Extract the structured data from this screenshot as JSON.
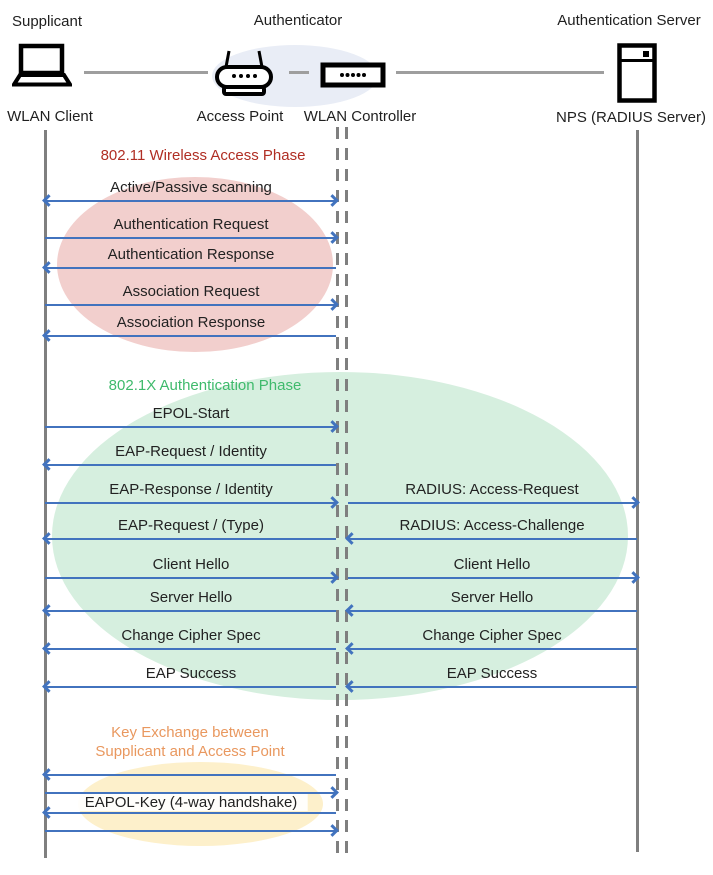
{
  "actors": {
    "supplicant": {
      "role": "Supplicant",
      "device": "WLAN Client",
      "icon": "laptop-icon"
    },
    "authenticator": {
      "role": "Authenticator",
      "access_point": "Access Point",
      "wlan_controller": "WLAN Controller",
      "icons": [
        "access-point-icon",
        "wlan-controller-icon"
      ]
    },
    "auth_server": {
      "role": "Authentication Server",
      "device": "NPS (RADIUS Server)",
      "icon": "server-icon"
    }
  },
  "phases": {
    "p80211": {
      "title": "802.11 Wireless Access Phase"
    },
    "p8021x": {
      "title": "802.1X Authentication Phase"
    },
    "key_exchange": {
      "title_line1": "Key Exchange between",
      "title_line2": "Supplicant and Access Point"
    }
  },
  "messages": {
    "client_to_controller": [
      {
        "label": "Active/Passive scanning",
        "direction": "both"
      },
      {
        "label": "Authentication Request",
        "direction": "right"
      },
      {
        "label": "Authentication Response",
        "direction": "left"
      },
      {
        "label": "Association Request",
        "direction": "right"
      },
      {
        "label": "Association Response",
        "direction": "left"
      },
      {
        "label": "EPOL-Start",
        "direction": "right"
      },
      {
        "label": "EAP-Request / Identity",
        "direction": "left"
      },
      {
        "label": "EAP-Response / Identity",
        "direction": "right"
      },
      {
        "label": "EAP-Request / (Type)",
        "direction": "left"
      },
      {
        "label": "Client Hello",
        "direction": "right"
      },
      {
        "label": "Server Hello",
        "direction": "left"
      },
      {
        "label": "Change Cipher Spec",
        "direction": "left"
      },
      {
        "label": "EAP Success",
        "direction": "left"
      },
      {
        "label": "",
        "direction": "left"
      },
      {
        "label": "",
        "direction": "right"
      },
      {
        "label": "EAPOL-Key (4-way handshake)",
        "direction": "left"
      },
      {
        "label": "",
        "direction": "right"
      }
    ],
    "controller_to_server": [
      {
        "label": "RADIUS: Access-Request",
        "direction": "right"
      },
      {
        "label": "RADIUS: Access-Challenge",
        "direction": "left"
      },
      {
        "label": "Client Hello",
        "direction": "right"
      },
      {
        "label": "Server Hello",
        "direction": "left"
      },
      {
        "label": "Change Cipher Spec",
        "direction": "left"
      },
      {
        "label": "EAP Success",
        "direction": "left"
      }
    ]
  },
  "colors": {
    "arrow": "#4273BE",
    "lifeline": "#7F7F7F",
    "connector": "#9E9E9E",
    "phase_80211_title": "#B02E24",
    "phase_80211_ellipse": "#F2CFCD",
    "phase_8021x_title": "#3FBA6C",
    "phase_8021x_ellipse": "#D6EFDF",
    "key_exchange_title": "#E9985F",
    "key_exchange_ellipse": "#FDF0CB",
    "authenticator_ellipse": "#E9EDF6"
  }
}
